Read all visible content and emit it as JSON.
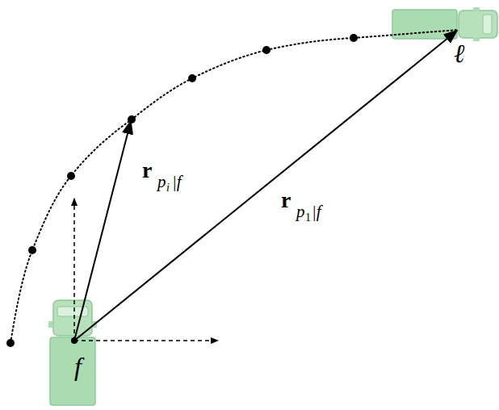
{
  "diagram": {
    "labels": [
      "r",
      "p",
      "i",
      "|f",
      "r",
      "p",
      "1",
      "|f",
      "f",
      "ℓ"
    ]
  }
}
